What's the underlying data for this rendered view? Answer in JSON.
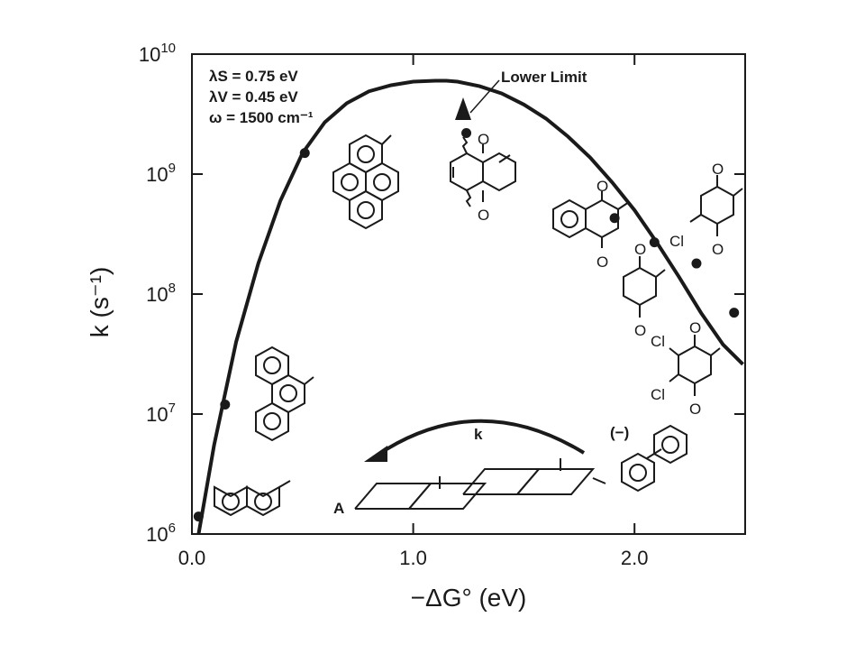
{
  "chart_data": {
    "type": "scatter",
    "xlabel": "−ΔG° (eV)",
    "ylabel": "k (s⁻¹)",
    "xlim": [
      0.0,
      2.5
    ],
    "ylog": true,
    "ylim": [
      1000000,
      10000000000
    ],
    "grid": false,
    "x_ticks": [
      {
        "value": 0.0,
        "label": "0.0"
      },
      {
        "value": 1.0,
        "label": "1.0"
      },
      {
        "value": 2.0,
        "label": "2.0"
      }
    ],
    "y_ticks": [
      {
        "value": 1000000,
        "base": "10",
        "exp": "6"
      },
      {
        "value": 10000000,
        "base": "10",
        "exp": "7"
      },
      {
        "value": 100000000,
        "base": "10",
        "exp": "8"
      },
      {
        "value": 1000000000,
        "base": "10",
        "exp": "9"
      },
      {
        "value": 10000000000,
        "base": "10",
        "exp": "10"
      }
    ],
    "parameters": [
      "λS = 0.75 eV",
      "λV = 0.45 eV",
      "ω = 1500 cm⁻¹"
    ],
    "points": [
      {
        "x": 0.03,
        "y": 1400000
      },
      {
        "x": 0.15,
        "y": 12000000
      },
      {
        "x": 0.51,
        "y": 1500000000
      },
      {
        "x": 1.24,
        "y": 2200000000,
        "lower_limit": true
      },
      {
        "x": 1.91,
        "y": 430000000
      },
      {
        "x": 2.09,
        "y": 270000000
      },
      {
        "x": 2.28,
        "y": 180000000
      },
      {
        "x": 2.45,
        "y": 70000000
      }
    ],
    "curve": {
      "x": [
        0.03,
        0.1,
        0.2,
        0.3,
        0.4,
        0.5,
        0.6,
        0.7,
        0.8,
        0.9,
        1.0,
        1.1,
        1.15,
        1.2,
        1.3,
        1.4,
        1.5,
        1.6,
        1.7,
        1.8,
        1.9,
        2.0,
        2.1,
        2.2,
        2.3,
        2.4,
        2.49
      ],
      "y": [
        1000000,
        5500000,
        40000000,
        180000000,
        600000000,
        1500000000,
        2700000000,
        3900000000,
        4900000000,
        5500000000,
        5900000000,
        6000000000,
        6000000000,
        5900000000,
        5400000000,
        4700000000,
        3800000000,
        2900000000,
        2050000000,
        1370000000,
        850000000,
        500000000,
        270000000,
        140000000,
        70000000,
        38000000,
        26000000
      ]
    },
    "annotations": {
      "lower_limit": "Lower Limit",
      "rate": "k",
      "charge": "(−)",
      "acceptor": "A",
      "cl": "Cl",
      "o": "O"
    }
  }
}
